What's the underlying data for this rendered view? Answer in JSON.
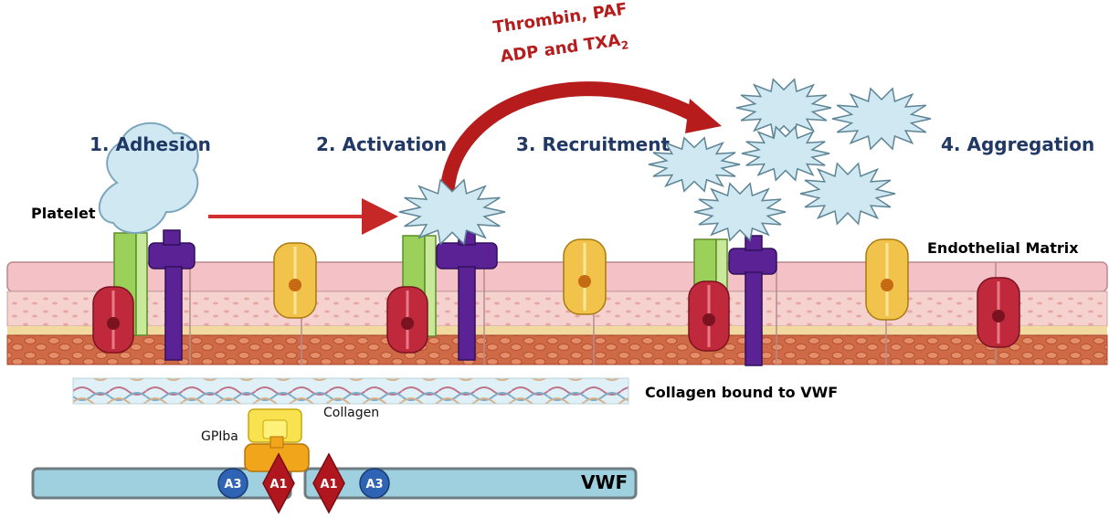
{
  "steps": {
    "adhesion": "1. Adhesion",
    "activation": "2. Activation",
    "recruitment": "3. Recruitment",
    "aggregation": "4. Aggregation"
  },
  "agonists": {
    "line1": "Thrombin, PAF",
    "line2_main": "ADP and TXA",
    "line2_sub": "2"
  },
  "labels": {
    "platelet": "Platelet",
    "endothelial_matrix": "Endothelial Matrix",
    "collagen_bound": "Collagen bound to VWF",
    "collagen": "Collagen",
    "gpiba": "GPIba",
    "vwf": "VWF"
  },
  "domains": {
    "a3_left": "A3",
    "a1_left": "A1",
    "a1_right": "A1",
    "a3_right": "A3"
  },
  "colors": {
    "step_text": "#1f3864",
    "arrow_red": "#c62828",
    "endothelium_pink": "#f3c1c6",
    "subendothelium": "#d9795a",
    "integrin_green": "#9bd15a",
    "receptor_purple": "#5b2296",
    "receptor_yellow": "#f2c34a",
    "receptor_red": "#c0283c",
    "platelet_blue": "#cfe8f2",
    "vwf_bar": "#9fd0df",
    "domain_a3": "#2f64b4",
    "domain_a1": "#b0161e"
  }
}
